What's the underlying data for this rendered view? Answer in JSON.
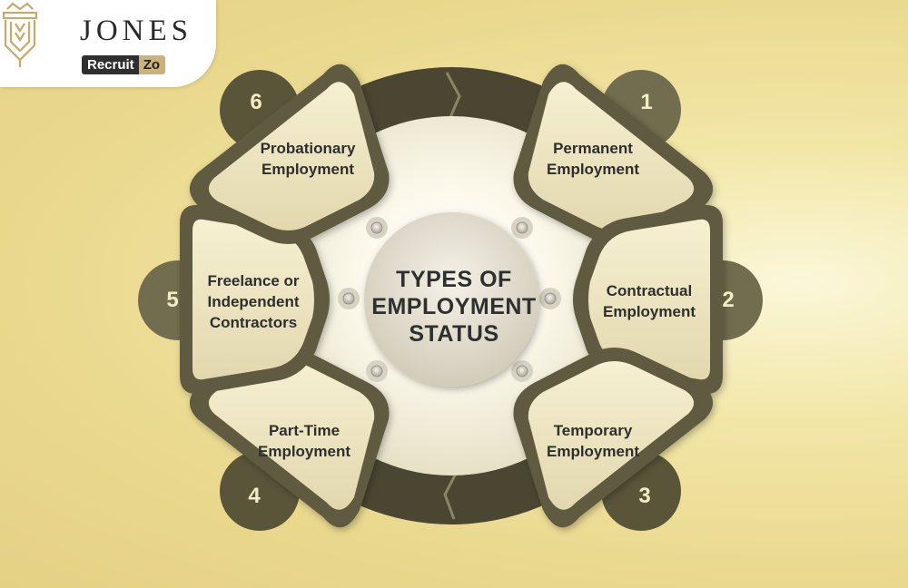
{
  "logo": {
    "title": "JONES",
    "sub_left": "Recruit",
    "sub_right": "Zo"
  },
  "center": {
    "line1": "TYPES OF",
    "line2": "EMPLOYMENT",
    "line3": "STATUS"
  },
  "items": [
    {
      "number": "1",
      "line1": "Permanent",
      "line2": "Employment"
    },
    {
      "number": "2",
      "line1": "Contractual",
      "line2": "Employment"
    },
    {
      "number": "3",
      "line1": "Temporary",
      "line2": "Employment"
    },
    {
      "number": "4",
      "line1": "Part-Time",
      "line2": "Employment"
    },
    {
      "number": "5",
      "line1": "Freelance or",
      "line2": "Independent",
      "line3": "Contractors"
    },
    {
      "number": "6",
      "line1": "Probationary",
      "line2": "Employment"
    }
  ],
  "colors": {
    "ring": "#4b4632",
    "badge": "#726d4e",
    "accent": "#c9b37a",
    "background": "#ecdc93"
  }
}
